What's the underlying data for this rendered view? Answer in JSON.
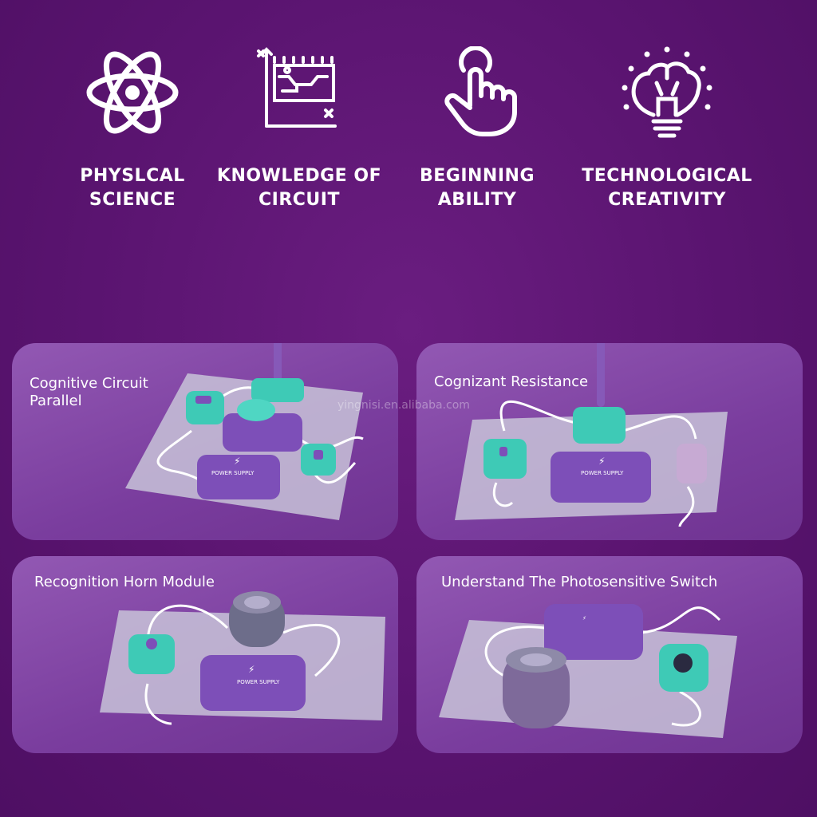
{
  "features": [
    {
      "id": "physical-science",
      "icon": "atom-icon",
      "label": "PHYSLCAL\nSCIENCE"
    },
    {
      "id": "knowledge-circuit",
      "icon": "circuit-chart-icon",
      "label": "KNOWLEDGE OF\nCIRCUIT"
    },
    {
      "id": "beginning-ability",
      "icon": "hand-pointer-icon",
      "label": "BEGINNING\nABILITY"
    },
    {
      "id": "tech-creativity",
      "icon": "lightbulb-brain-icon",
      "label": "TECHNOLOGICAL\nCREATIVITY"
    }
  ],
  "panels": [
    {
      "title": "Cognitive Circuit\n Parallel"
    },
    {
      "title": "Cognizant Resistance"
    },
    {
      "title": "Recognition Horn Module"
    },
    {
      "title": "Understand The Photosensitive Switch"
    }
  ],
  "module_label": "POWER SUPPLY",
  "watermark": "yingnisi.en.alibaba.com",
  "colors": {
    "background": "#5a1470",
    "panel": "#8a4fb0",
    "module_purple": "#7d4fb8",
    "module_teal": "#3ecab6"
  }
}
